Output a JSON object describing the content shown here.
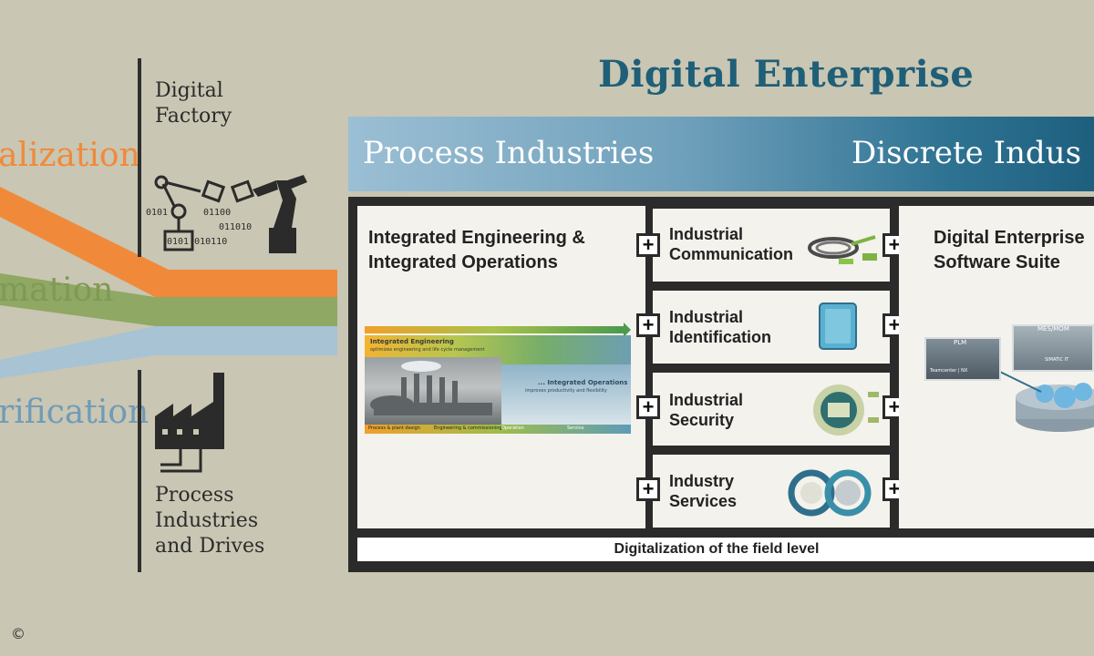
{
  "left": {
    "digitalization_label": "alization",
    "automation_label": "mation",
    "electrification_label": "rification",
    "digital_factory_title": "Digital\nFactory",
    "process_industries_drives": "Process\nIndustries\nand Drives",
    "binary_lines": [
      "0101",
      "01100",
      "011010",
      "0101 010110"
    ]
  },
  "main": {
    "title": "Digital Enterprise",
    "banner_left": "Process Industries",
    "banner_right": "Discrete Indus",
    "integrated_title": "Integrated Engineering &\nIntegrated Operations",
    "software_suite": "Digital Enterprise\nSoftware Suite",
    "field_level": "Digitalization of the field level",
    "modules": [
      {
        "label": "Industrial\nCommunication"
      },
      {
        "label": "Industrial\nIdentification"
      },
      {
        "label": "Industrial\nSecurity"
      },
      {
        "label": "Industry\nServices"
      }
    ],
    "ie_image": {
      "label_engineering": "Integrated Engineering",
      "sub_engineering": "optimizes engineering and life cycle management",
      "label_operations": "... Integrated Operations",
      "sub_operations": "improves productivity and flexibility",
      "phases": [
        "Process & plant design",
        "Engineering & commissioning",
        "Operation",
        "Service"
      ]
    },
    "suite_labels": [
      "PLM",
      "MES/MOM",
      "SIMATIC IT",
      "Teamcenter | NX"
    ]
  },
  "footer": {
    "copyright": "©"
  },
  "colors": {
    "background": "#c9c6b3",
    "orange": "#f08a3a",
    "green": "#8fa864",
    "blue": "#8fb2c8",
    "teal_title": "#1f5f77",
    "banner_dark": "#2a6d8c",
    "frame": "#2b2b2b"
  }
}
